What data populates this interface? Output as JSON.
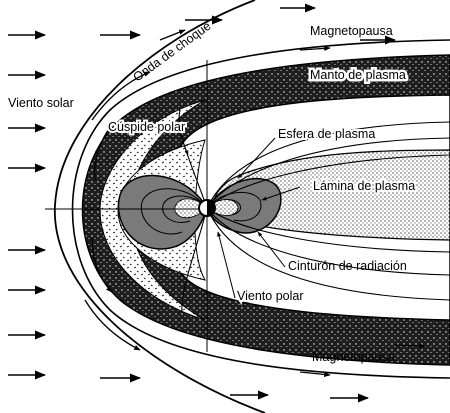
{
  "labels": {
    "solar_wind": "Viento solar",
    "bow_shock": "Onda de choque",
    "magnetopause_top": "Magnetopausa",
    "magnetopause_bottom": "Magnetopausa",
    "plasma_mantle": "Manto de plasma",
    "polar_cusp": "Cúspide polar",
    "plasmasphere": "Esfera de plasma",
    "plasma_sheet": "Lámina de plasma",
    "radiation_belt": "Cinturón de radiación",
    "polar_wind": "Viento polar"
  },
  "colors": {
    "ink": "#000000",
    "paper": "#ffffff",
    "dark_fill": "#2a2a2a",
    "mid_fill": "#6e6e6e",
    "light_fill": "#bdbdbd"
  }
}
